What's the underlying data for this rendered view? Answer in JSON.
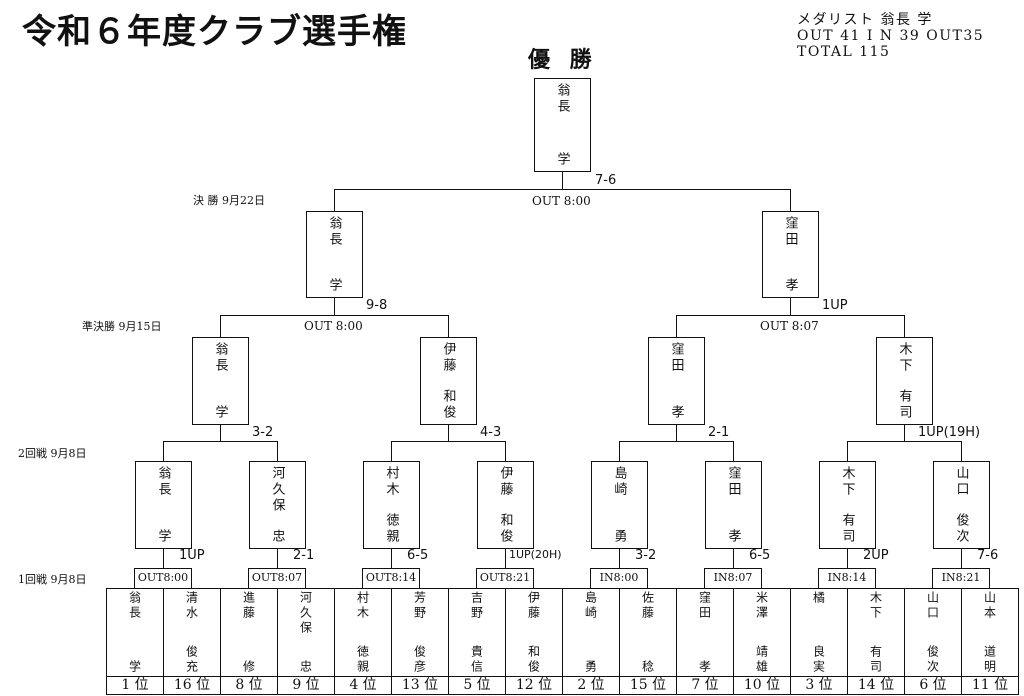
{
  "title": "令和６年度クラブ選手権",
  "medalist": {
    "line1": "メダリスト 翁長 学",
    "line2": "OUT 41 I N 39 OUT35",
    "line3": "TOTAL 115"
  },
  "champion_label": "優 勝",
  "round_labels": {
    "final": "決 勝 9月22日",
    "semi": "準決勝 9月15日",
    "r2": "2回戦 9月8日",
    "r1": "1回戦 9月8日"
  },
  "champion": {
    "family": "翁長",
    "given": "学"
  },
  "final": {
    "score": "7-6",
    "time": "OUT 8:00"
  },
  "semifinal_winners": [
    {
      "family": "翁長",
      "given": "学"
    },
    {
      "family": "窪田",
      "given": "孝"
    }
  ],
  "semifinal_matches": [
    {
      "score": "9-8",
      "time": "OUT 8:00"
    },
    {
      "score": "1UP",
      "time": "OUT 8:07"
    }
  ],
  "r2_winners": [
    {
      "family": "翁長",
      "given": "学"
    },
    {
      "family": "伊藤",
      "given": "和俊"
    },
    {
      "family": "窪田",
      "given": "孝"
    },
    {
      "family": "木下",
      "given": "有司"
    }
  ],
  "r2_scores": [
    "3-2",
    "4-3",
    "2-1",
    "1UP(19H)"
  ],
  "r1_winners": [
    {
      "family": "翁長",
      "given": "学"
    },
    {
      "family": "河久保",
      "given": "忠"
    },
    {
      "family": "村木",
      "given": "徳親"
    },
    {
      "family": "伊藤",
      "given": "和俊"
    },
    {
      "family": "島崎",
      "given": "勇"
    },
    {
      "family": "窪田",
      "given": "孝"
    },
    {
      "family": "木下",
      "given": "有司"
    },
    {
      "family": "山口",
      "given": "俊次"
    }
  ],
  "r1_scores": [
    "1UP",
    "2-1",
    "6-5",
    "1UP(20H)",
    "3-2",
    "6-5",
    "2UP",
    "7-6"
  ],
  "r1_times": [
    "OUT8:00",
    "OUT8:07",
    "OUT8:14",
    "OUT8:21",
    "IN8:00",
    "IN8:07",
    "IN8:14",
    "IN8:21"
  ],
  "players": [
    {
      "family": "翁長",
      "given": "学",
      "rank": "1 位"
    },
    {
      "family": "清水",
      "given": "俊充",
      "rank": "16 位"
    },
    {
      "family": "進藤",
      "given": "修",
      "rank": "8 位"
    },
    {
      "family": "河久保",
      "given": "忠",
      "rank": "9 位"
    },
    {
      "family": "村木",
      "given": "徳親",
      "rank": "4 位"
    },
    {
      "family": "芳野",
      "given": "俊彦",
      "rank": "13 位"
    },
    {
      "family": "吉野",
      "given": "貴信",
      "rank": "5 位"
    },
    {
      "family": "伊藤",
      "given": "和俊",
      "rank": "12 位"
    },
    {
      "family": "島崎",
      "given": "勇",
      "rank": "2 位"
    },
    {
      "family": "佐藤",
      "given": "稔",
      "rank": "15 位"
    },
    {
      "family": "窪田",
      "given": "孝",
      "rank": "7 位"
    },
    {
      "family": "米澤",
      "given": "靖雄",
      "rank": "10 位"
    },
    {
      "family": "橘",
      "given": "良実",
      "rank": "3 位"
    },
    {
      "family": "木下",
      "given": "有司",
      "rank": "14 位"
    },
    {
      "family": "山口",
      "given": "俊次",
      "rank": "6 位"
    },
    {
      "family": "山本",
      "given": "道明",
      "rank": "11 位"
    }
  ]
}
